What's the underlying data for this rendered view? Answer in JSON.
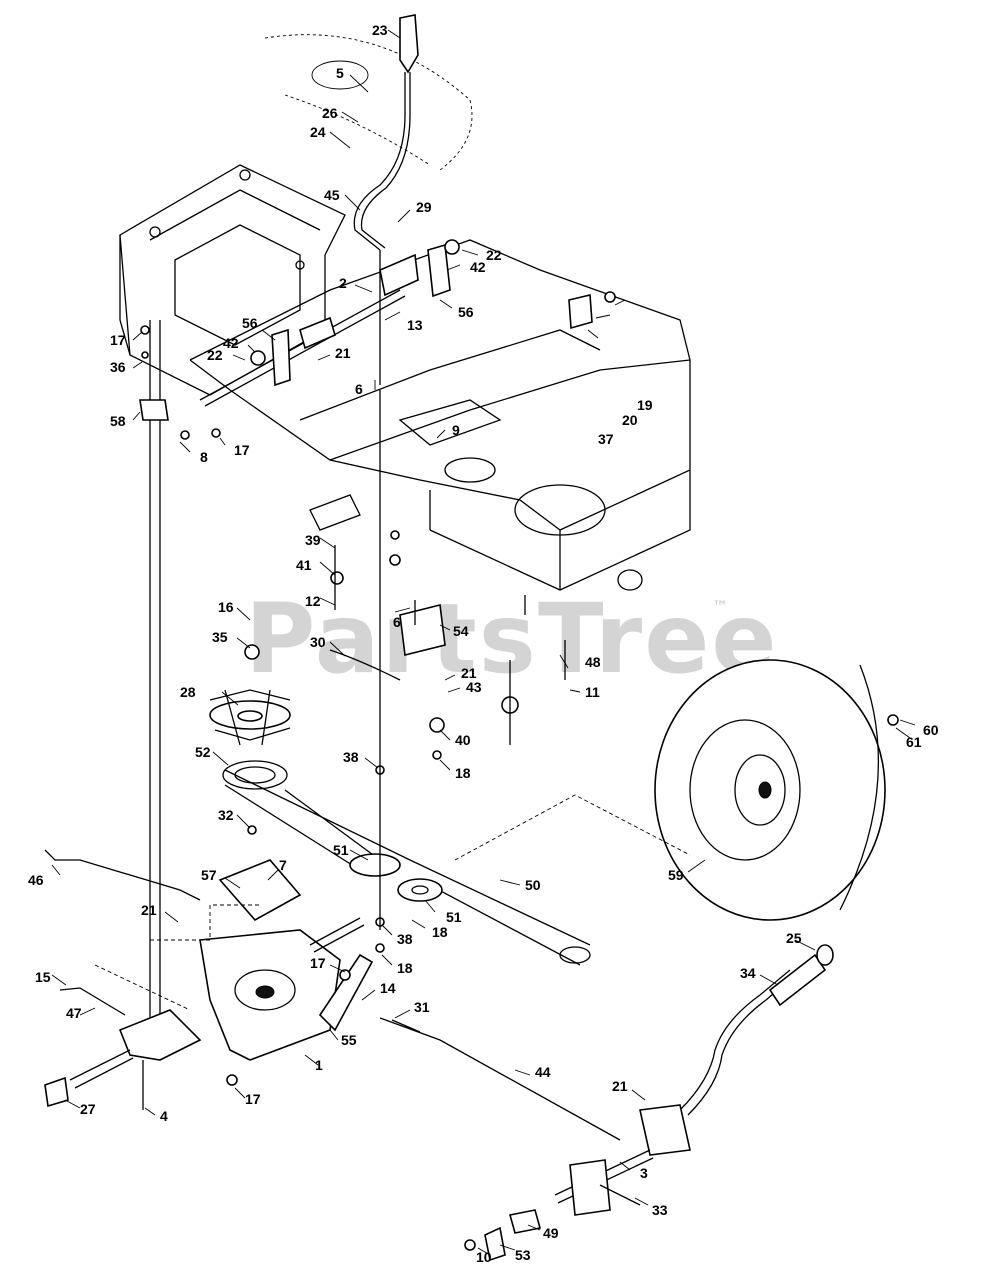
{
  "watermark": {
    "text": "PartsTree",
    "trademark": "™"
  },
  "callouts": [
    {
      "id": "c23",
      "text": "23"
    },
    {
      "id": "c5",
      "text": "5"
    },
    {
      "id": "c26",
      "text": "26"
    },
    {
      "id": "c24",
      "text": "24"
    },
    {
      "id": "c45",
      "text": "45"
    },
    {
      "id": "c29",
      "text": "29"
    },
    {
      "id": "c22a",
      "text": "22"
    },
    {
      "id": "c42a",
      "text": "42"
    },
    {
      "id": "c2",
      "text": "2"
    },
    {
      "id": "c56a",
      "text": "56"
    },
    {
      "id": "c13",
      "text": "13"
    },
    {
      "id": "c17a",
      "text": "17"
    },
    {
      "id": "c56b",
      "text": "56"
    },
    {
      "id": "c42b",
      "text": "42"
    },
    {
      "id": "c22b",
      "text": "22"
    },
    {
      "id": "c21a",
      "text": "21"
    },
    {
      "id": "c36",
      "text": "36"
    },
    {
      "id": "c6a",
      "text": "6"
    },
    {
      "id": "c19",
      "text": "19"
    },
    {
      "id": "c20",
      "text": "20"
    },
    {
      "id": "c58",
      "text": "58"
    },
    {
      "id": "c37",
      "text": "37"
    },
    {
      "id": "c9",
      "text": "9"
    },
    {
      "id": "c8",
      "text": "8"
    },
    {
      "id": "c17b",
      "text": "17"
    },
    {
      "id": "c39",
      "text": "39"
    },
    {
      "id": "c41",
      "text": "41"
    },
    {
      "id": "c12",
      "text": "12"
    },
    {
      "id": "c16",
      "text": "16"
    },
    {
      "id": "c6b",
      "text": "6"
    },
    {
      "id": "c54",
      "text": "54"
    },
    {
      "id": "c35",
      "text": "35"
    },
    {
      "id": "c30",
      "text": "30"
    },
    {
      "id": "c48",
      "text": "48"
    },
    {
      "id": "c21b",
      "text": "21"
    },
    {
      "id": "c43",
      "text": "43"
    },
    {
      "id": "c11",
      "text": "11"
    },
    {
      "id": "c28",
      "text": "28"
    },
    {
      "id": "c40",
      "text": "40"
    },
    {
      "id": "c60",
      "text": "60"
    },
    {
      "id": "c61",
      "text": "61"
    },
    {
      "id": "c52",
      "text": "52"
    },
    {
      "id": "c18a",
      "text": "18"
    },
    {
      "id": "c38a",
      "text": "38"
    },
    {
      "id": "c32",
      "text": "32"
    },
    {
      "id": "c51a",
      "text": "51"
    },
    {
      "id": "c7",
      "text": "7"
    },
    {
      "id": "c57",
      "text": "57"
    },
    {
      "id": "c46",
      "text": "46"
    },
    {
      "id": "c50",
      "text": "50"
    },
    {
      "id": "c59",
      "text": "59"
    },
    {
      "id": "c21c",
      "text": "21"
    },
    {
      "id": "c51b",
      "text": "51"
    },
    {
      "id": "c18b",
      "text": "18"
    },
    {
      "id": "c38b",
      "text": "38"
    },
    {
      "id": "c18c",
      "text": "18"
    },
    {
      "id": "c25",
      "text": "25"
    },
    {
      "id": "c17c",
      "text": "17"
    },
    {
      "id": "c34",
      "text": "34"
    },
    {
      "id": "c15",
      "text": "15"
    },
    {
      "id": "c14",
      "text": "14"
    },
    {
      "id": "c47",
      "text": "47"
    },
    {
      "id": "c31",
      "text": "31"
    },
    {
      "id": "c55",
      "text": "55"
    },
    {
      "id": "c1",
      "text": "1"
    },
    {
      "id": "c44",
      "text": "44"
    },
    {
      "id": "c21d",
      "text": "21"
    },
    {
      "id": "c17d",
      "text": "17"
    },
    {
      "id": "c27",
      "text": "27"
    },
    {
      "id": "c4",
      "text": "4"
    },
    {
      "id": "c3",
      "text": "3"
    },
    {
      "id": "c33",
      "text": "33"
    },
    {
      "id": "c49",
      "text": "49"
    },
    {
      "id": "c10",
      "text": "10"
    },
    {
      "id": "c53",
      "text": "53"
    }
  ]
}
